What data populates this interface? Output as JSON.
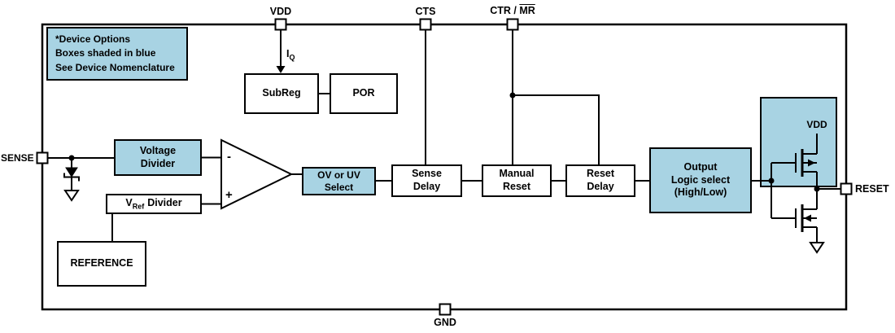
{
  "note": {
    "lines": [
      "*Device Options",
      "Boxes shaded in blue",
      "See Device Nomenclature"
    ]
  },
  "pins": {
    "vdd": "VDD",
    "cts": "CTS",
    "ctr_prefix": "CTR / ",
    "ctr_overline": "MR",
    "sense": "SENSE",
    "reset": "RESET",
    "gnd": "GND"
  },
  "blocks": {
    "subreg": "SubReg",
    "por": "POR",
    "voltage_divider": [
      "Voltage",
      "Divider"
    ],
    "vref_prefix": "V",
    "vref_sub": "Ref",
    "vref_suffix": "Divider",
    "reference": "REFERENCE",
    "ov_uv_select": [
      "OV or UV",
      "Select"
    ],
    "sense_delay": [
      "Sense",
      "Delay"
    ],
    "manual_reset": [
      "Manual",
      "Reset"
    ],
    "reset_delay": [
      "Reset",
      "Delay"
    ],
    "output_logic": [
      "Output",
      "Logic select",
      "(High/Low)"
    ]
  },
  "annotations": {
    "iq_prefix": "I",
    "iq_sub": "Q",
    "comparator_minus": "-",
    "comparator_plus": "+",
    "output_vdd": "VDD"
  },
  "colors": {
    "shaded_fill": "#a8d3e3",
    "line": "#000000",
    "background": "#ffffff"
  }
}
